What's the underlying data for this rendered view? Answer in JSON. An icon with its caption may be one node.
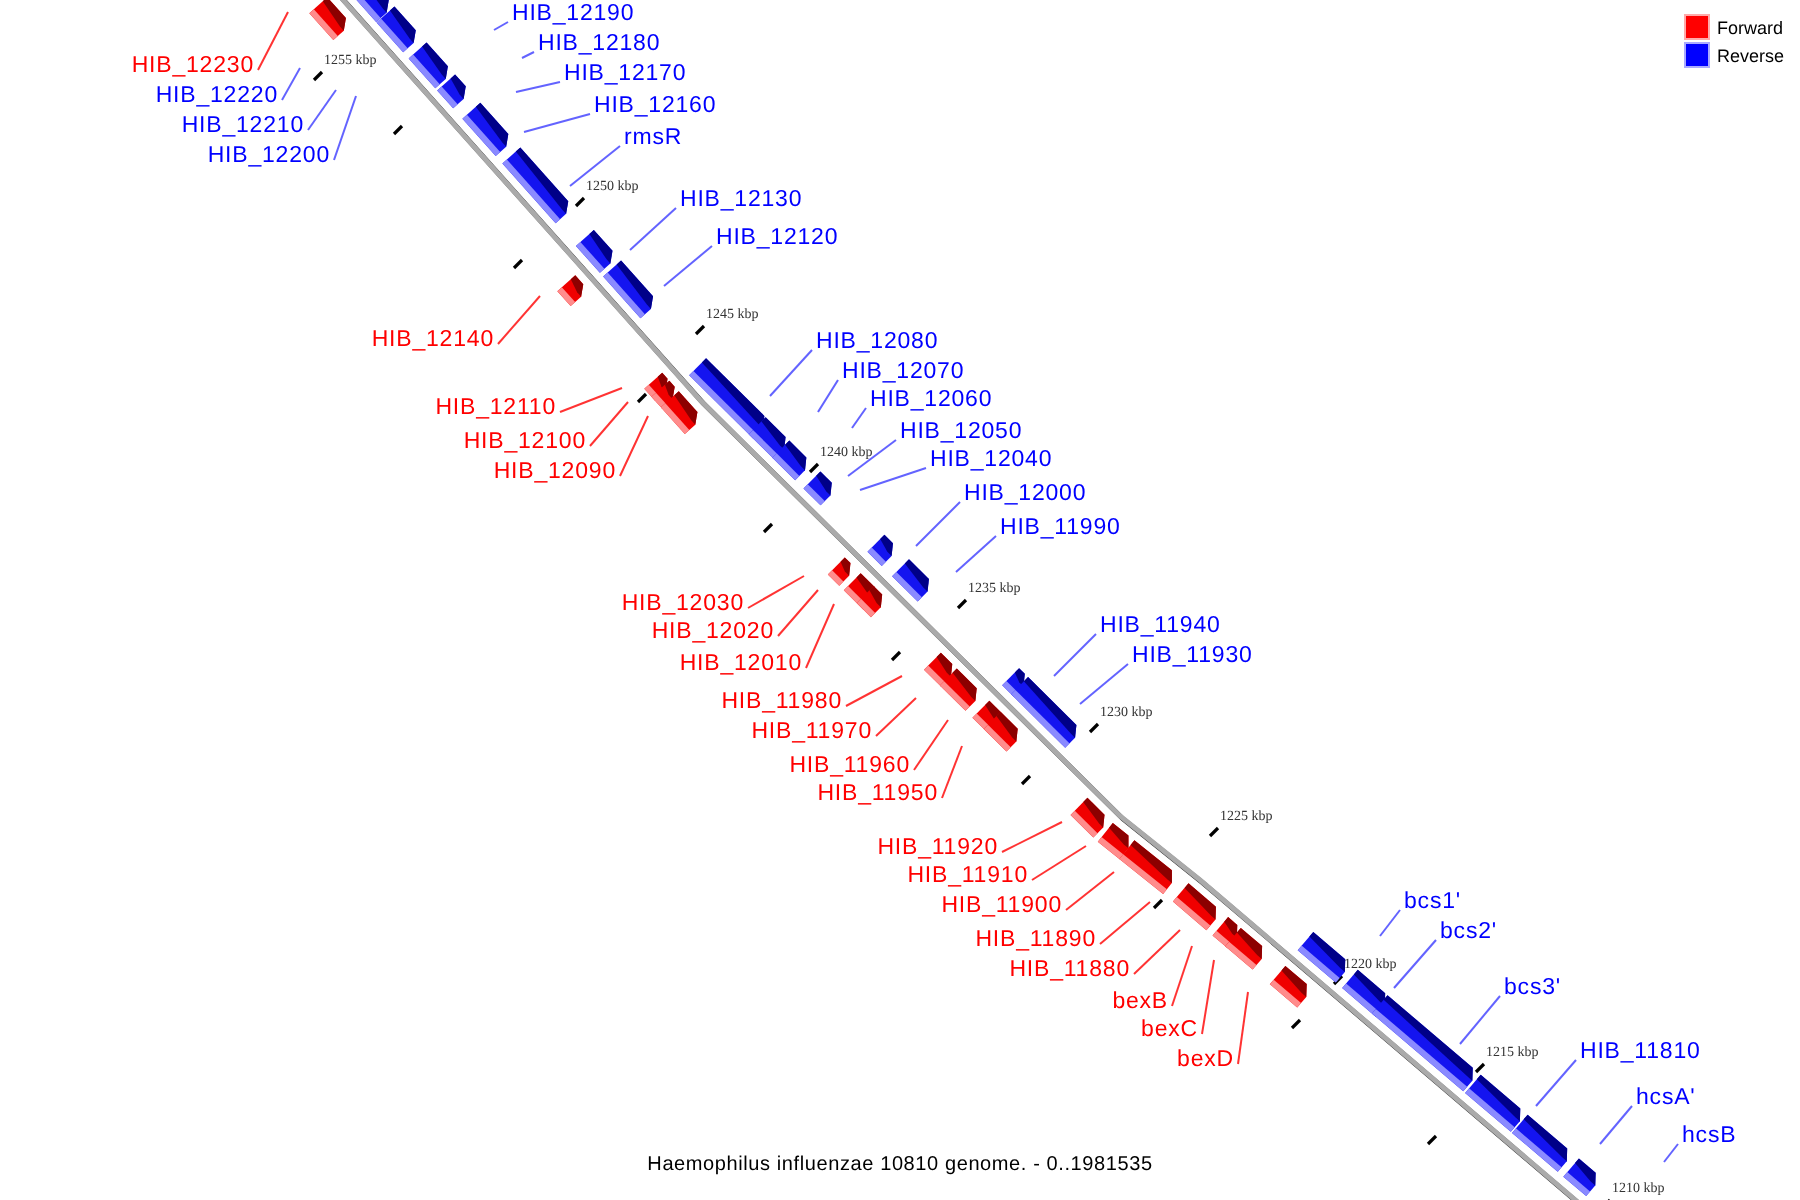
{
  "diagram": {
    "caption": "Haemophilus influenzae 10810 genome. - 0..1981535",
    "nodes": [
      {
        "text": [
          "HIB_12190"
        ]
      },
      {
        "text": [
          "HIB_12180"
        ]
      },
      {
        "text": [
          "HIB_12230"
        ]
      },
      {
        "text": [
          "HIB_12170"
        ]
      },
      {
        "text": [
          "HIB_12220"
        ]
      },
      {
        "text": [
          "HIB_12160"
        ]
      },
      {
        "text": [
          "HIB_12210"
        ]
      },
      {
        "text": [
          "rmsR"
        ]
      },
      {
        "text": [
          "HIB_12200"
        ]
      },
      {
        "text": [
          "HIB_12130"
        ]
      },
      {
        "text": [
          "HIB_12120"
        ]
      },
      {
        "text": [
          "HIB_12140"
        ]
      },
      {
        "text": [
          "HIB_12080"
        ]
      },
      {
        "text": [
          "HIB_12070"
        ]
      },
      {
        "text": [
          "HIB_12060"
        ]
      },
      {
        "text": [
          "HIB_12110"
        ]
      },
      {
        "text": [
          "HIB_12050"
        ]
      },
      {
        "text": [
          "HIB_12100"
        ]
      },
      {
        "text": [
          "HIB_12040"
        ]
      },
      {
        "text": [
          "HIB_12090"
        ]
      },
      {
        "text": [
          "HIB_12000"
        ]
      },
      {
        "text": [
          "HIB_11990"
        ]
      },
      {
        "text": [
          "HIB_12030"
        ]
      },
      {
        "text": [
          "HIB_11940"
        ]
      },
      {
        "text": [
          "HIB_12020"
        ]
      },
      {
        "text": [
          "HIB_11930"
        ]
      },
      {
        "text": [
          "HIB_12010"
        ]
      },
      {
        "text": [
          "HIB_11980"
        ]
      },
      {
        "text": [
          "HIB_11970"
        ]
      },
      {
        "text": [
          "HIB_11960"
        ]
      },
      {
        "text": [
          "HIB_11950"
        ]
      },
      {
        "text": [
          "HIB_11920"
        ]
      },
      {
        "text": [
          "HIB_11910"
        ]
      },
      {
        "text": [
          "bcs1'"
        ]
      },
      {
        "text": [
          "HIB_11900"
        ]
      },
      {
        "text": [
          "bcs2'"
        ]
      },
      {
        "text": [
          "HIB_11890"
        ]
      },
      {
        "text": [
          "HIB_11880"
        ]
      },
      {
        "text": [
          "bcs3'"
        ]
      },
      {
        "text": [
          "bexB"
        ]
      },
      {
        "text": [
          "bexC"
        ]
      },
      {
        "text": [
          "HIB_11810"
        ]
      },
      {
        "text": [
          "bexD"
        ]
      },
      {
        "text": [
          "hcsA'"
        ]
      },
      {
        "text": [
          "hcsB"
        ]
      }
    ],
    "edges": [
      {
        "from": 0,
        "to": null,
        "arrow": "none"
      },
      {
        "from": 1,
        "to": null,
        "arrow": "none"
      },
      {
        "from": 2,
        "to": null,
        "arrow": "none",
        "color": "#ff0000"
      },
      {
        "from": 3,
        "to": null,
        "arrow": "none"
      },
      {
        "from": 4,
        "to": null,
        "arrow": "none"
      },
      {
        "from": 5,
        "to": null,
        "arrow": "none"
      },
      {
        "from": 6,
        "to": null,
        "arrow": "none"
      },
      {
        "from": 7,
        "to": null,
        "arrow": "none"
      },
      {
        "from": 8,
        "to": null,
        "arrow": "none"
      },
      {
        "from": 9,
        "to": null,
        "arrow": "none"
      },
      {
        "from": 10,
        "to": null,
        "arrow": "none"
      },
      {
        "from": 11,
        "to": null,
        "arrow": "none",
        "color": "#ff0000"
      },
      {
        "from": 12,
        "to": null,
        "arrow": "none"
      },
      {
        "from": 13,
        "to": null,
        "arrow": "none"
      },
      {
        "from": 14,
        "to": null,
        "arrow": "none"
      },
      {
        "from": 15,
        "to": null,
        "arrow": "none",
        "color": "#ff0000"
      },
      {
        "from": 16,
        "to": null,
        "arrow": "none"
      },
      {
        "from": 17,
        "to": null,
        "arrow": "none",
        "color": "#ff0000"
      },
      {
        "from": 18,
        "to": null,
        "arrow": "none"
      },
      {
        "from": 19,
        "to": null,
        "arrow": "none",
        "color": "#ff0000"
      },
      {
        "from": 20,
        "to": null,
        "arrow": "none"
      },
      {
        "from": 21,
        "to": null,
        "arrow": "none"
      },
      {
        "from": 22,
        "to": null,
        "arrow": "none",
        "color": "#ff0000"
      },
      {
        "from": 23,
        "to": null,
        "arrow": "none"
      },
      {
        "from": 24,
        "to": null,
        "arrow": "none",
        "color": "#ff0000"
      },
      {
        "from": 25,
        "to": null,
        "arrow": "none"
      },
      {
        "from": 26,
        "to": null,
        "arrow": "none",
        "color": "#ff0000"
      },
      {
        "from": 27,
        "to": null,
        "arrow": "none",
        "color": "#ff0000"
      },
      {
        "from": 28,
        "to": null,
        "arrow": "none",
        "color": "#ff0000"
      },
      {
        "from": 29,
        "to": null,
        "arrow": "none",
        "color": "#ff0000"
      },
      {
        "from": 30,
        "to": null,
        "arrow": "none",
        "color": "#ff0000"
      },
      {
        "from": 31,
        "to": null,
        "arrow": "none",
        "color": "#ff0000"
      },
      {
        "from": 32,
        "to": null,
        "arrow": "none",
        "color": "#ff0000"
      },
      {
        "from": 33,
        "to": null,
        "arrow": "none"
      },
      {
        "from": 34,
        "to": null,
        "arrow": "none",
        "color": "#ff0000"
      },
      {
        "from": 35,
        "to": null,
        "arrow": "none"
      },
      {
        "from": 36,
        "to": null,
        "arrow": "none",
        "color": "#ff0000"
      },
      {
        "from": 37,
        "to": null,
        "arrow": "none",
        "color": "#ff0000"
      },
      {
        "from": 38,
        "to": null,
        "arrow": "none"
      },
      {
        "from": 39,
        "to": null,
        "arrow": "none",
        "color": "#ff0000"
      },
      {
        "from": 40,
        "to": null,
        "arrow": "none",
        "color": "#ff0000"
      },
      {
        "from": 41,
        "to": null,
        "arrow": "none"
      },
      {
        "from": 42,
        "to": null,
        "arrow": "none",
        "color": "#ff0000"
      },
      {
        "from": 43,
        "to": null,
        "arrow": "none"
      },
      {
        "from": 44,
        "to": null,
        "arrow": "none"
      }
    ],
    "labels": [
      "1255 kbp",
      "1250 kbp",
      "1245 kbp",
      "1240 kbp",
      "1235 kbp",
      "1230 kbp",
      "1225 kbp",
      "1220 kbp",
      "1215 kbp",
      "1210 kbp"
    ],
    "legend": [
      {
        "text": "Forward",
        "color": "#ff0000"
      },
      {
        "text": "Reverse",
        "color": "#0000ff"
      }
    ]
  }
}
